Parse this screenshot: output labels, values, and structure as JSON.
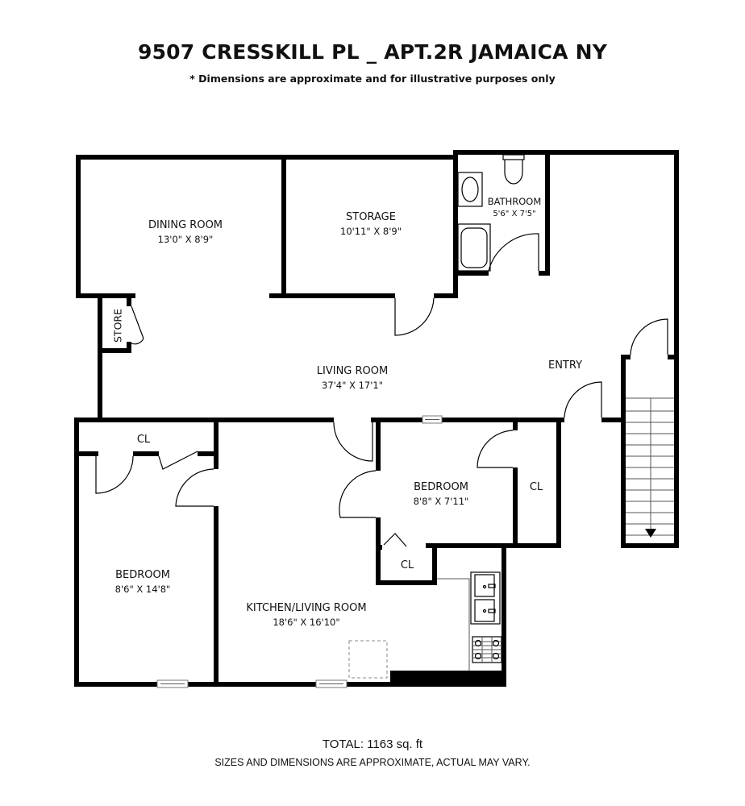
{
  "header": {
    "title": "9507 CRESSKILL PL _ APT.2R JAMAICA NY",
    "subtitle": "* Dimensions are approximate and for illustrative purposes only"
  },
  "rooms": {
    "dining_room": {
      "name": "DINING ROOM",
      "dims": "13'0\" X 8'9\""
    },
    "storage": {
      "name": "STORAGE",
      "dims": "10'11\" X 8'9\""
    },
    "bathroom": {
      "name": "BATHROOM",
      "dims": "5'6\" X 7'5\""
    },
    "store": {
      "name": "STORE"
    },
    "living_room": {
      "name": "LIVING ROOM",
      "dims": "37'4\" X 17'1\""
    },
    "entry": {
      "name": "ENTRY"
    },
    "bedroom_left": {
      "name": "BEDROOM",
      "dims": "8'6\" X 14'8\""
    },
    "closet_left": {
      "name": "CL"
    },
    "bedroom_center": {
      "name": "BEDROOM",
      "dims": "8'8\" X 7'11\""
    },
    "closet_center_right": {
      "name": "CL"
    },
    "closet_center_bottom": {
      "name": "CL"
    },
    "kitchen_living": {
      "name": "KITCHEN/LIVING ROOM",
      "dims": "18'6\" X 16'10\""
    }
  },
  "footer": {
    "total": "TOTAL: 1163 sq. ft",
    "disclaimer": "SIZES AND DIMENSIONS ARE APPROXIMATE, ACTUAL MAY VARY."
  },
  "colors": {
    "wall": "#000000",
    "background": "#ffffff"
  }
}
